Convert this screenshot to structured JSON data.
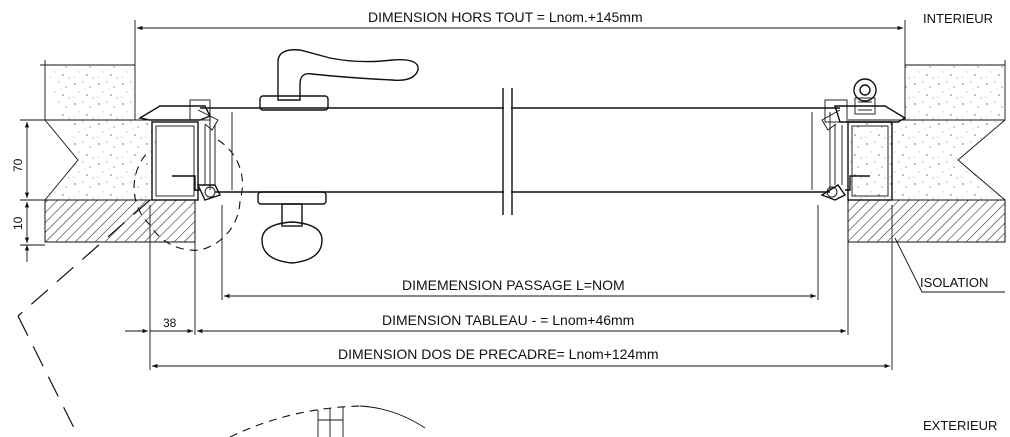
{
  "labels": {
    "interieur": "INTERIEUR",
    "exterieur": "EXTERIEUR",
    "isolation": "ISOLATION"
  },
  "dimensions": {
    "hors_tout": "DIMENSION HORS TOUT = Lnom.+145mm",
    "passage": "DIMEMENSION PASSAGE L=NOM",
    "tableau": "DIMENSION TABLEAU - = Lnom+46mm",
    "dos_precadre": "DIMENSION DOS DE PRECADRE= Lnom+124mm",
    "side_38": "38",
    "height_70": "70",
    "height_10": "10"
  }
}
